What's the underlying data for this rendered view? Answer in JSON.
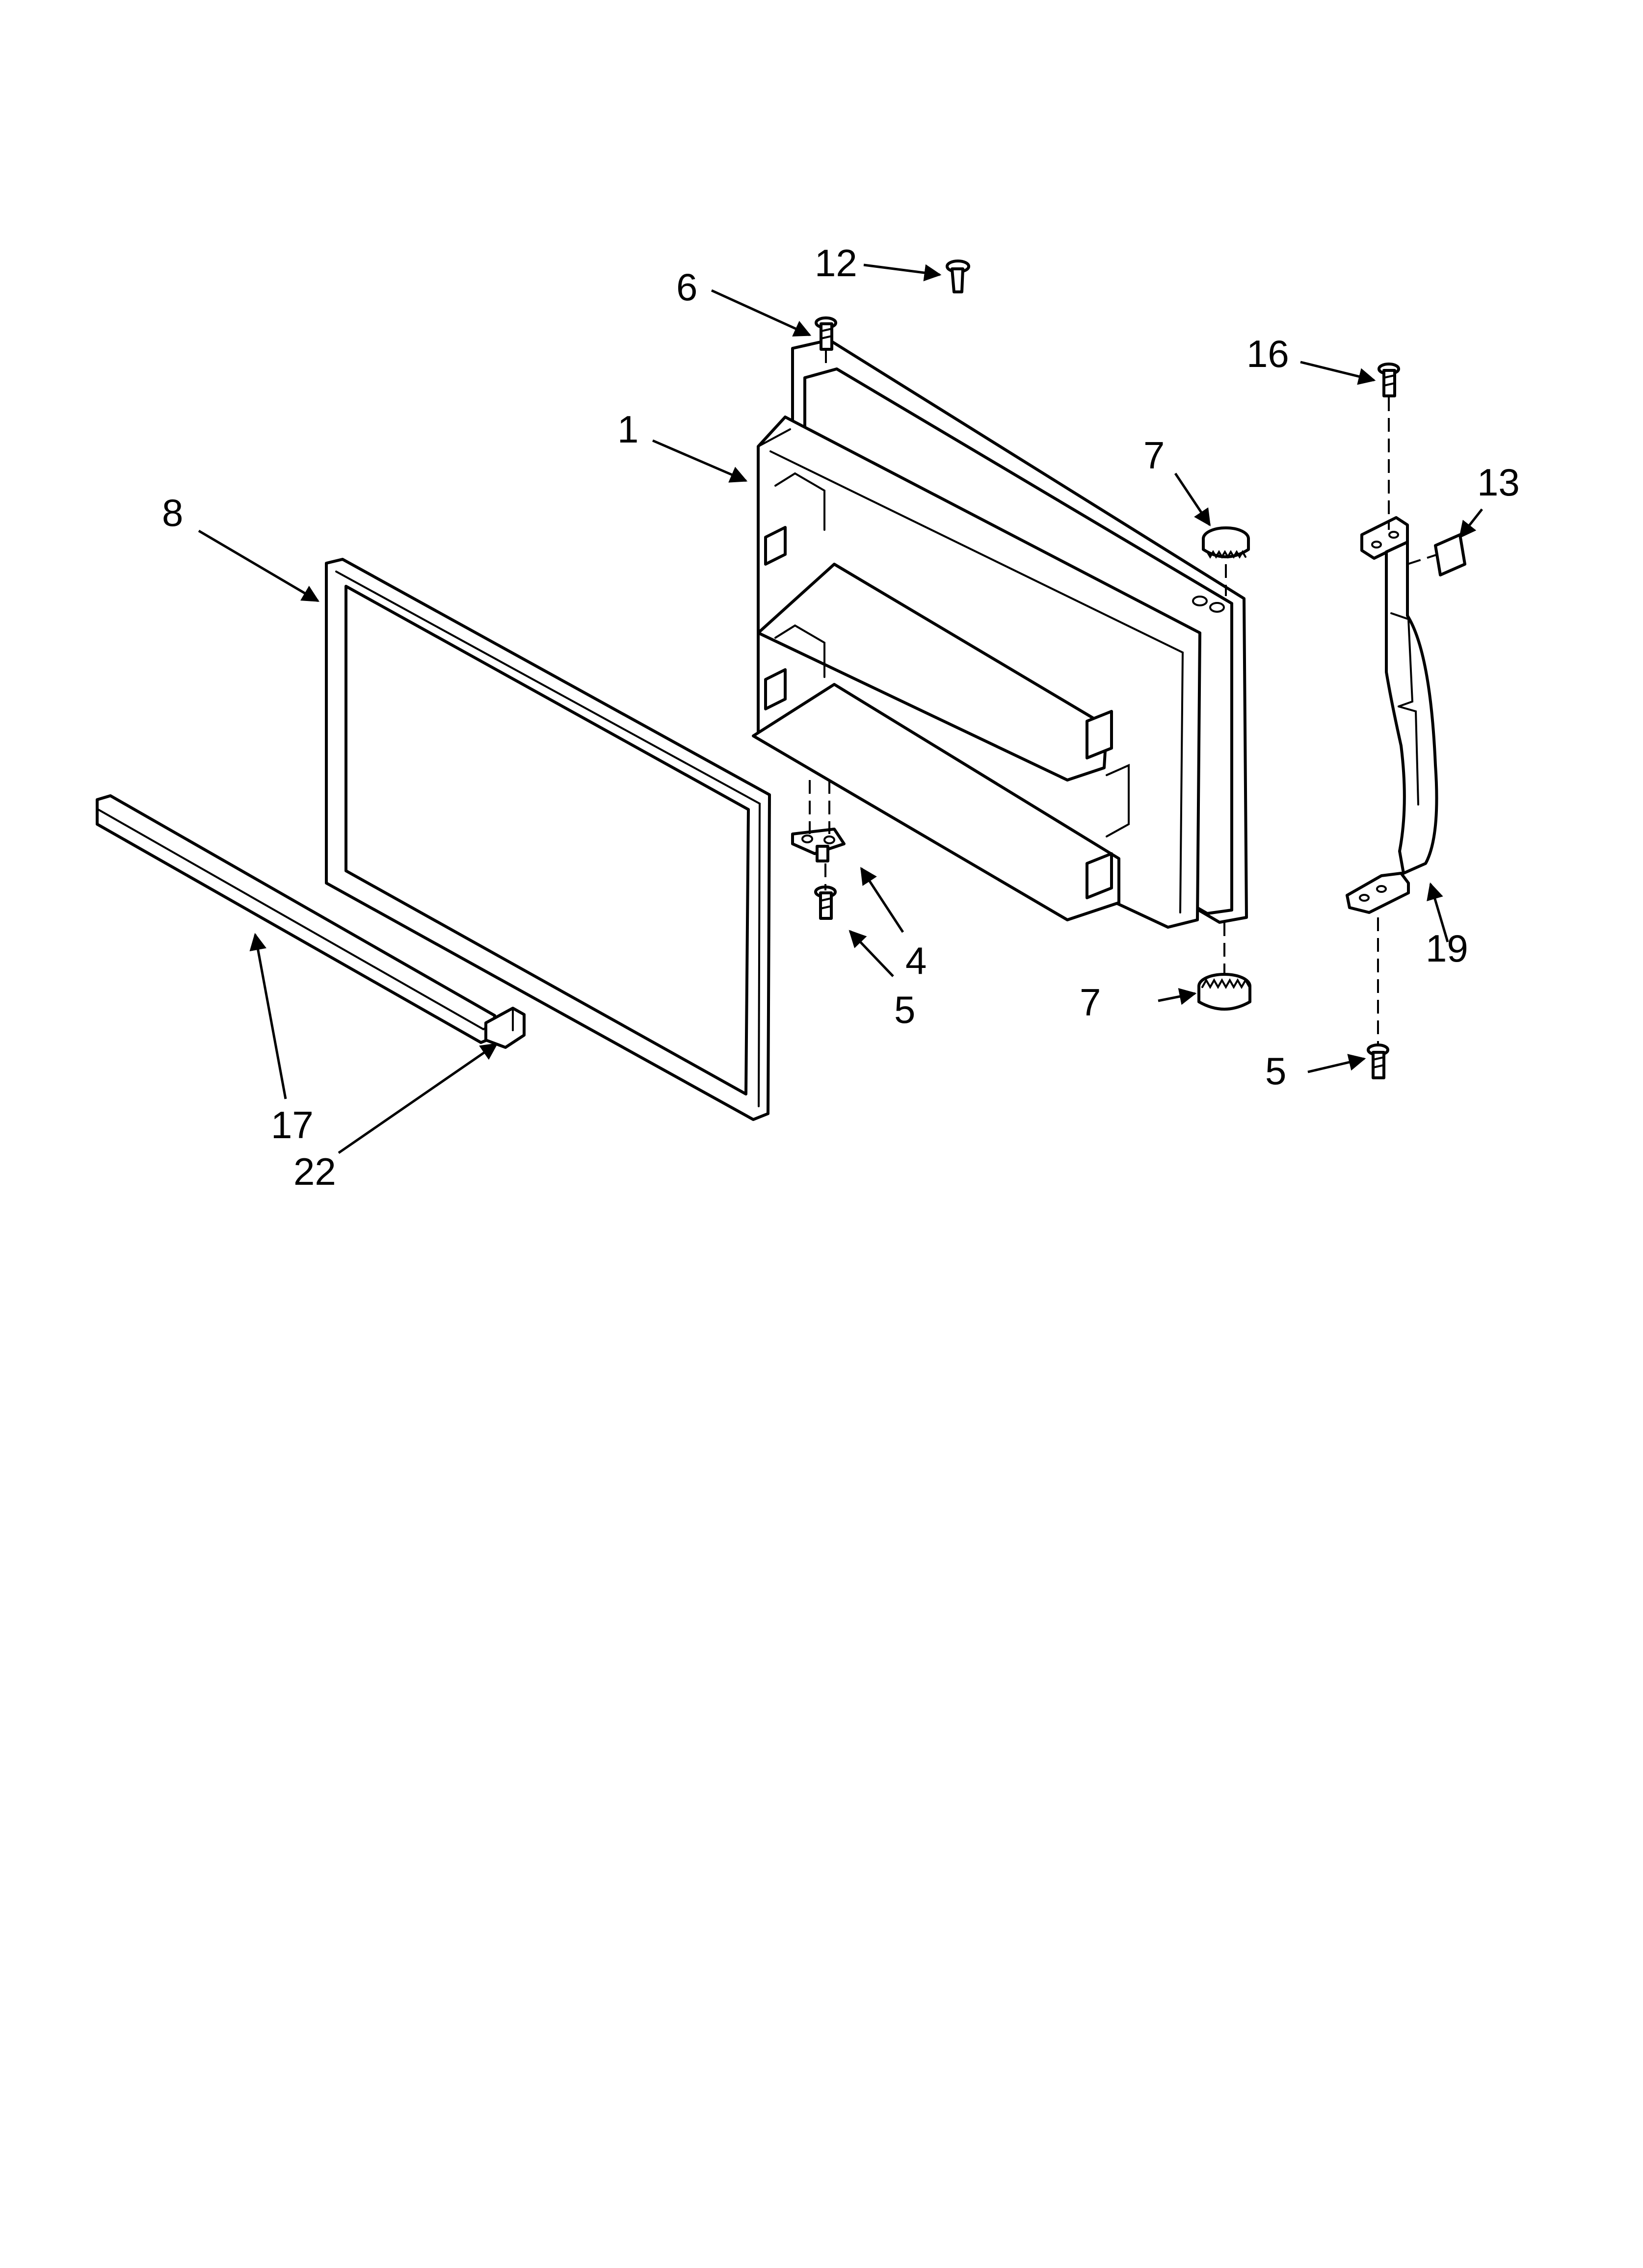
{
  "callouts": {
    "c1": "1",
    "c4": "4",
    "c5a": "5",
    "c5b": "5",
    "c6": "6",
    "c7a": "7",
    "c7b": "7",
    "c8": "8",
    "c12": "12",
    "c13": "13",
    "c16": "16",
    "c17": "17",
    "c19": "19",
    "c22": "22"
  },
  "colors": {
    "line": "#000000",
    "background": "#ffffff"
  }
}
